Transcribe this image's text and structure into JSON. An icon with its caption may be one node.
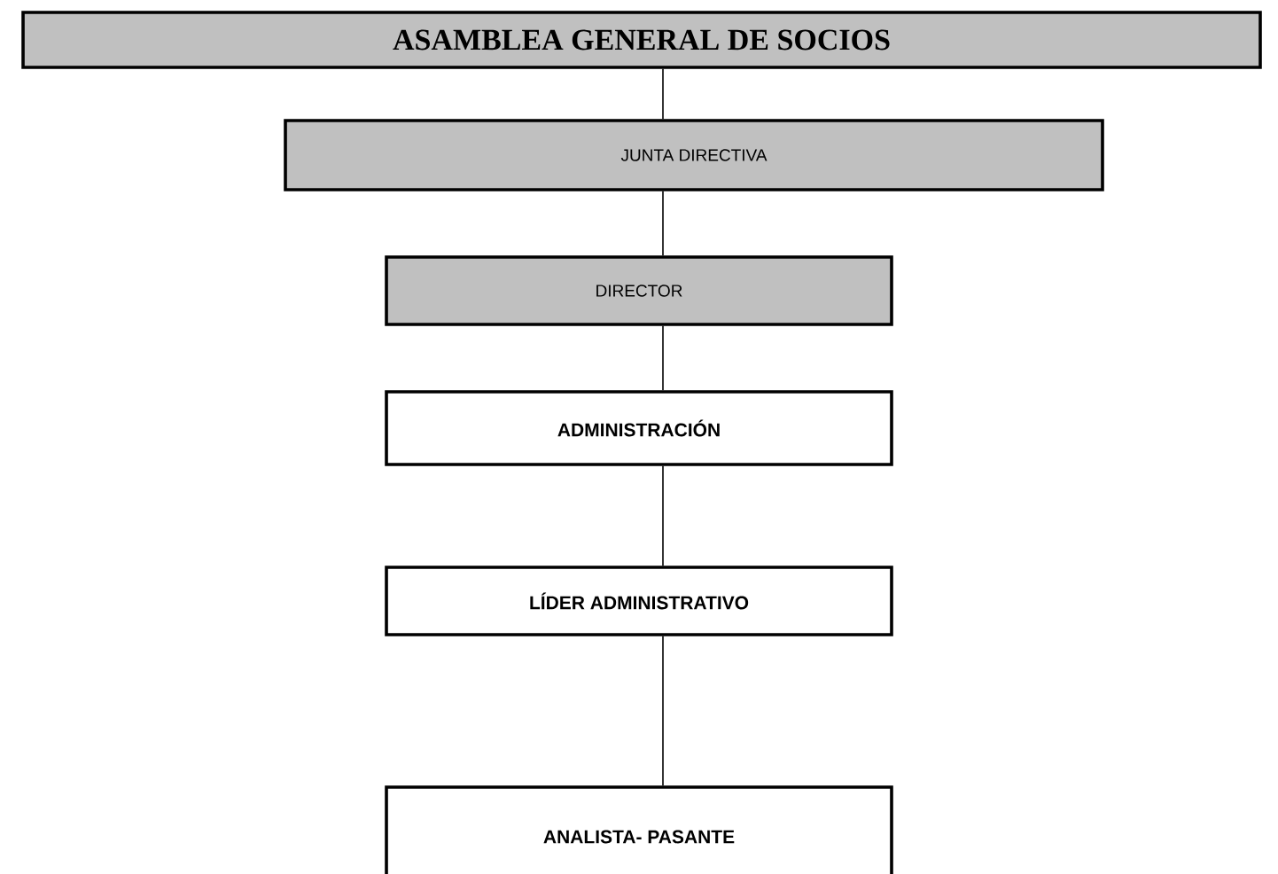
{
  "diagram": {
    "nodes": [
      {
        "text": [
          "ASAMBLEA GENERAL DE SOCIOS"
        ]
      },
      {
        "text": [
          "JUNTA DIRECTIVA"
        ]
      },
      {
        "text": [
          "DIRECTOR"
        ]
      },
      {
        "text": [
          "ADMINISTRACIÓN"
        ]
      },
      {
        "text": [
          "LÍDER ADMINISTRATIVO"
        ]
      },
      {
        "text": [
          "ANALISTA- PASANTE"
        ]
      }
    ],
    "edges": [
      {
        "from": 0,
        "to": 1,
        "arrow": "none"
      },
      {
        "from": 1,
        "to": 2,
        "arrow": "none"
      },
      {
        "from": 2,
        "to": 3,
        "arrow": "none"
      },
      {
        "from": 3,
        "to": 4,
        "arrow": "none"
      },
      {
        "from": 4,
        "to": 5,
        "arrow": "none"
      }
    ]
  }
}
